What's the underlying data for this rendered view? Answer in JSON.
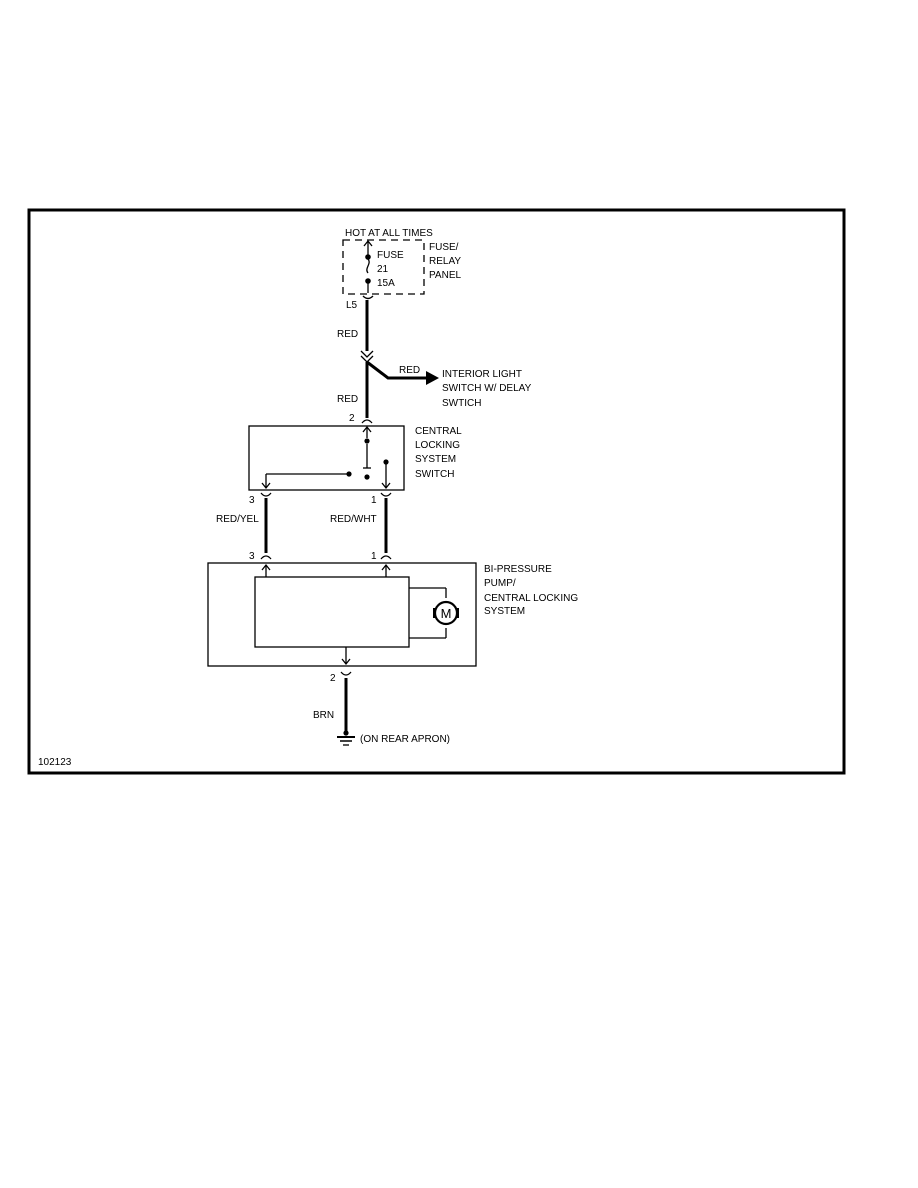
{
  "power_source": {
    "label": "HOT AT ALL TIMES"
  },
  "fuse": {
    "name": "FUSE",
    "number": "21",
    "rating": "15A",
    "connector": "L5"
  },
  "fuse_panel": {
    "label_lines": [
      "FUSE/",
      "RELAY",
      "PANEL"
    ]
  },
  "wires": {
    "feed_upper": "RED",
    "branch": "RED",
    "feed_lower": "RED",
    "left_lead": "RED/YEL",
    "right_lead": "RED/WHT",
    "ground_lead": "BRN"
  },
  "branch_destination": {
    "label_lines": [
      "INTERIOR LIGHT",
      "SWITCH W/ DELAY",
      "SWTICH"
    ]
  },
  "switch": {
    "label_lines": [
      "CENTRAL",
      "LOCKING",
      "SYSTEM",
      "SWITCH"
    ],
    "pins": {
      "top": "2",
      "left": "3",
      "right": "1"
    }
  },
  "pump": {
    "label_lines": [
      "BI-PRESSURE",
      "PUMP/",
      "CENTRAL LOCKING",
      "SYSTEM"
    ],
    "pins": {
      "left": "3",
      "right": "1",
      "bottom": "2"
    },
    "motor_symbol": "M"
  },
  "ground": {
    "label": "(ON REAR APRON)"
  },
  "figure_id": "102123"
}
